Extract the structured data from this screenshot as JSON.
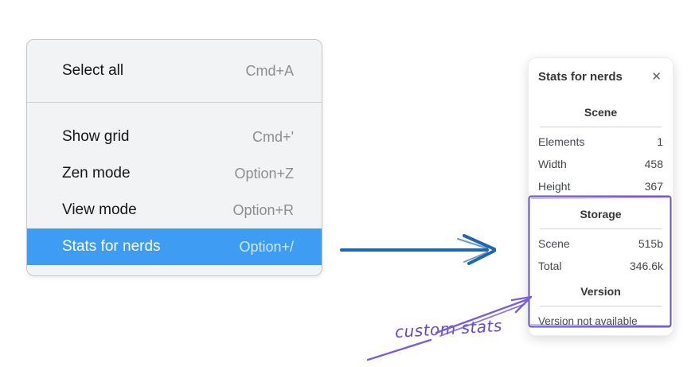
{
  "menu": {
    "groups": [
      {
        "items": [
          {
            "label": "Select all",
            "shortcut": "Cmd+A",
            "highlighted": false
          }
        ]
      },
      {
        "items": [
          {
            "label": "Show grid",
            "shortcut": "Cmd+'",
            "highlighted": false
          },
          {
            "label": "Zen mode",
            "shortcut": "Option+Z",
            "highlighted": false
          },
          {
            "label": "View mode",
            "shortcut": "Option+R",
            "highlighted": false
          },
          {
            "label": "Stats for nerds",
            "shortcut": "Option+/",
            "highlighted": true
          }
        ]
      }
    ]
  },
  "stats_panel": {
    "title": "Stats for nerds",
    "close_glyph": "✕",
    "sections": [
      {
        "heading": "Scene",
        "rows": [
          [
            "Elements",
            "1"
          ],
          [
            "Width",
            "458"
          ],
          [
            "Height",
            "367"
          ]
        ]
      },
      {
        "heading": "Storage",
        "rows": [
          [
            "Scene",
            "515b"
          ],
          [
            "Total",
            "346.6k"
          ]
        ]
      },
      {
        "heading": "Version",
        "note": "Version not available"
      }
    ]
  },
  "annotation": {
    "label": "custom stats"
  },
  "colors": {
    "menu_highlight": "#3e9cf2",
    "flow_arrow_blue": "#1e66b2",
    "annotation_purple": "#6b46d6",
    "highlight_box_purple": "#6a4dd4"
  }
}
